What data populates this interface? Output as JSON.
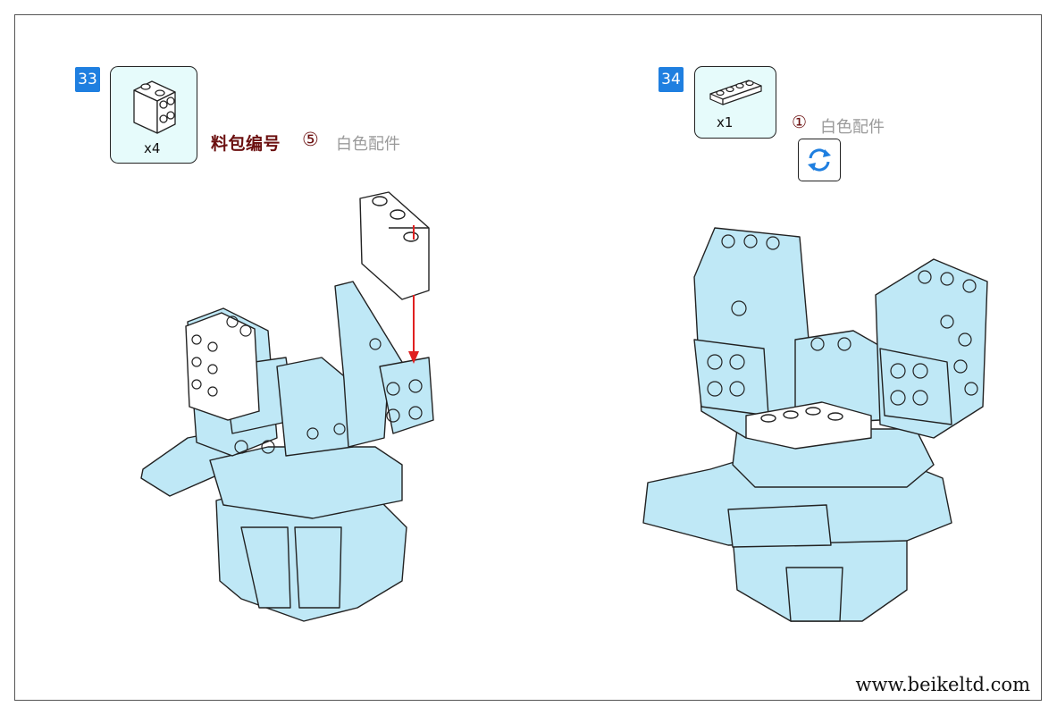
{
  "steps": [
    {
      "number": "33",
      "quantity": "x4",
      "bag_label": "料包编号",
      "bag_number": "⑤",
      "color_label": "白色配件"
    },
    {
      "number": "34",
      "quantity": "x1",
      "color_number": "①",
      "color_label": "白色配件"
    }
  ],
  "footer": {
    "website": "www.beikeltd.com"
  },
  "colors": {
    "badge": "#1f7fe0",
    "model_blue": "#bfe8f6",
    "part_white": "#ffffff",
    "arrow": "#e02020"
  },
  "icons": [
    "rotate-icon",
    "brick-1x2x2-icon",
    "plate-1x4-icon"
  ]
}
